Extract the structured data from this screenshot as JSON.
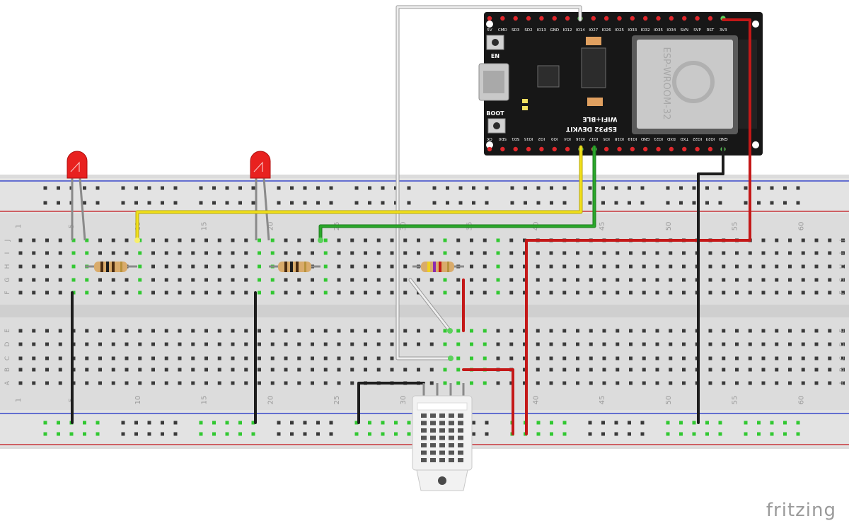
{
  "watermark": "fritzing",
  "board": {
    "button_en": "EN",
    "button_boot": "BOOT",
    "name_line1": "WIFI+BLE",
    "name_line2": "ESP32 DEVKIT",
    "module_label": "ESP-WROOM-32",
    "top_pins": [
      "5V",
      "CMD",
      "SD3",
      "SD2",
      "IO13",
      "GND",
      "IO12",
      "IO14",
      "IO27",
      "IO26",
      "IO25",
      "IO33",
      "IO32",
      "IO35",
      "IO34",
      "SVN",
      "SVP",
      "RST",
      "3V3"
    ],
    "bottom_pins": [
      "CK",
      "SD0",
      "SD1",
      "IO15",
      "IO2",
      "IO0",
      "IO4",
      "IO16",
      "IO17",
      "IO5",
      "IO18",
      "IO19",
      "GND",
      "IO21",
      "RXD",
      "TXD",
      "IO22",
      "IO23",
      "GND"
    ]
  },
  "breadboard": {
    "column_numbers": [
      "1",
      "5",
      "10",
      "15",
      "20",
      "25",
      "30",
      "35",
      "40",
      "45",
      "50",
      "55",
      "60"
    ],
    "rows_top": [
      "J",
      "I",
      "H",
      "G",
      "F"
    ],
    "rows_bottom": [
      "E",
      "D",
      "C",
      "B",
      "A"
    ]
  },
  "colors": {
    "wire_red": "#c41818",
    "wire_black": "#1d1d1d",
    "wire_yellow": "#f2e01a",
    "wire_green": "#2aa82a",
    "wire_white": "#cfcfcf",
    "led_red": "#e8211f",
    "board_black": "#171717",
    "connected_hole": "#32c832"
  }
}
